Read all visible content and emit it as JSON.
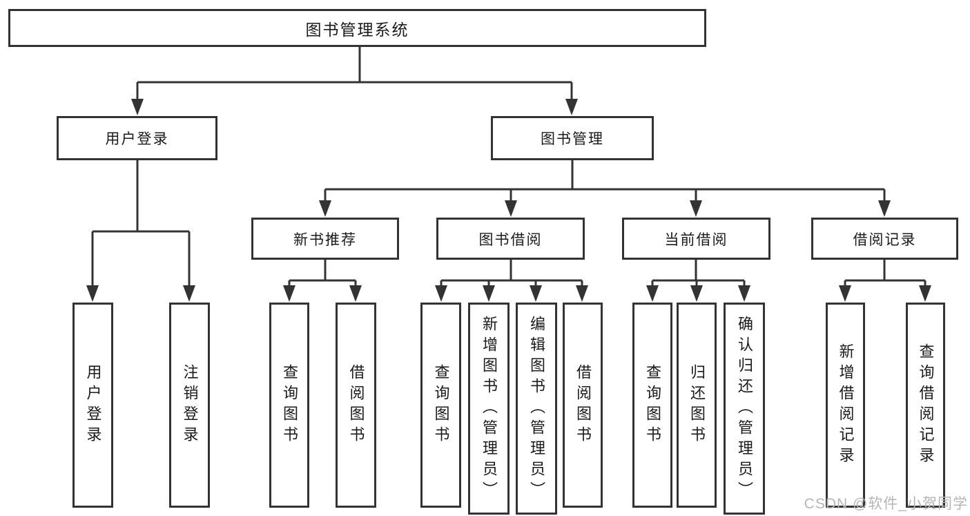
{
  "title": "图书管理系统",
  "tree": {
    "root": {
      "label": "图书管理系统"
    },
    "branches": [
      {
        "label": "用户登录",
        "children": [
          "用户登录",
          "注销登录"
        ]
      },
      {
        "label": "图书管理",
        "sections": [
          {
            "label": "新书推荐",
            "children": [
              "查询图书",
              "借阅图书"
            ]
          },
          {
            "label": "图书借阅",
            "children": [
              "查询图书",
              "新增图书（管理员）",
              "编辑图书（管理员）",
              "借阅图书"
            ]
          },
          {
            "label": "当前借阅",
            "children": [
              "查询图书",
              "归还图书",
              "确认归还（管理员）"
            ]
          },
          {
            "label": "借阅记录",
            "children": [
              "新增借阅记录",
              "查询借阅记录"
            ]
          }
        ]
      }
    ]
  },
  "watermark": "CSDN @软件_小贺同学",
  "colors": {
    "line": "#333333",
    "text": "#1a1a1a",
    "watermark": "#b5b5b5",
    "background": "#ffffff"
  }
}
